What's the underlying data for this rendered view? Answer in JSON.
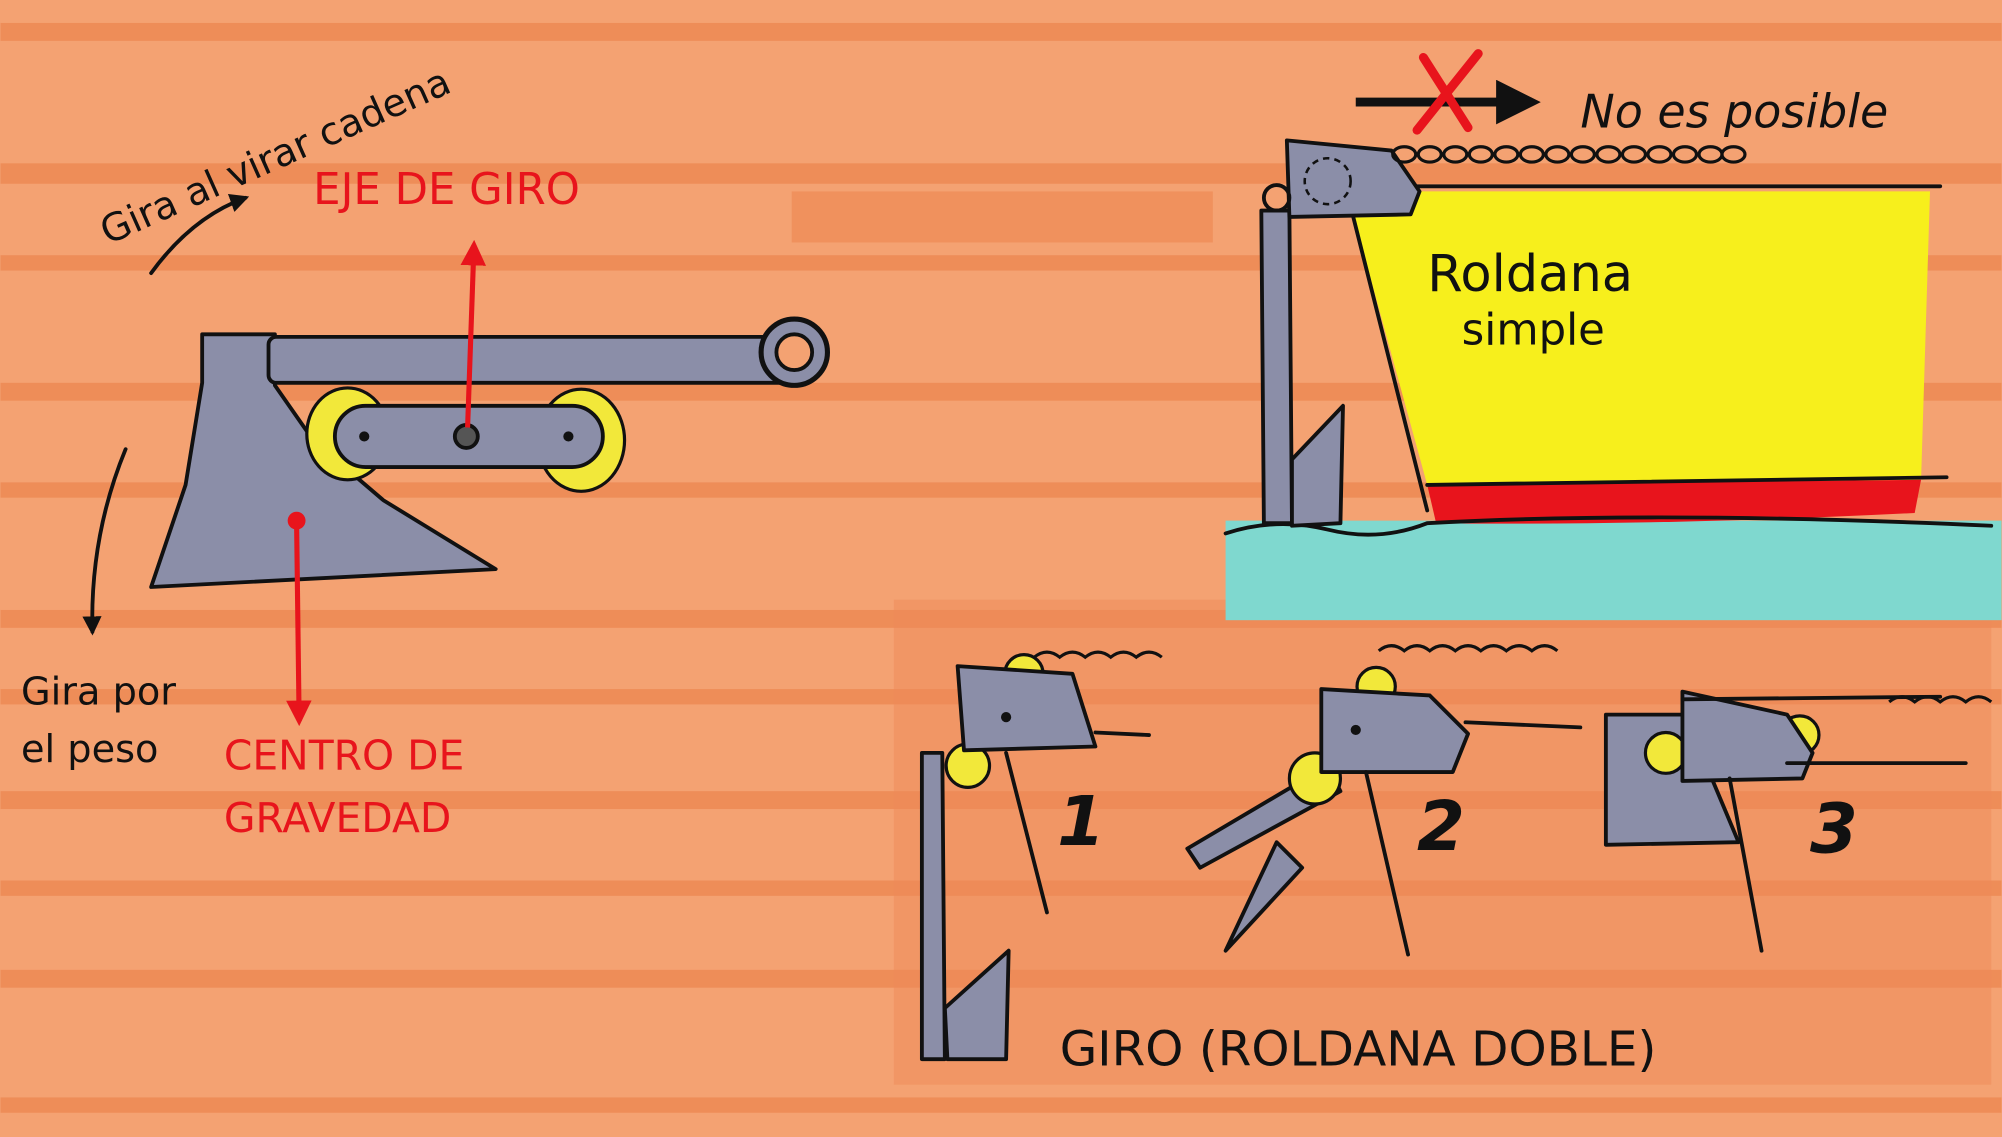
{
  "colors": {
    "background": "#f4a272",
    "stripe": "#ec8650",
    "anchor": "#8b8ea8",
    "pulley": "#f2e83a",
    "hull": "#f7ef1c",
    "waterline": "#e8141c",
    "water": "#7fd8cf",
    "annotation_red": "#e8141c"
  },
  "left_figure": {
    "turn_on_heave": "Gira al virar cadena",
    "pivot_axis": "EJE DE GIRO",
    "turn_by_weight_line1": "Gira por",
    "turn_by_weight_line2": "el peso",
    "center_gravity_line1": "CENTRO DE",
    "center_gravity_line2": "GRAVEDAD"
  },
  "top_right_figure": {
    "not_possible": "No es posible",
    "hull_label_line1": "Roldana",
    "hull_label_line2": "simple"
  },
  "bottom_figure": {
    "steps": [
      "1",
      "2",
      "3"
    ],
    "caption": "GIRO (ROLDANA DOBLE)"
  }
}
